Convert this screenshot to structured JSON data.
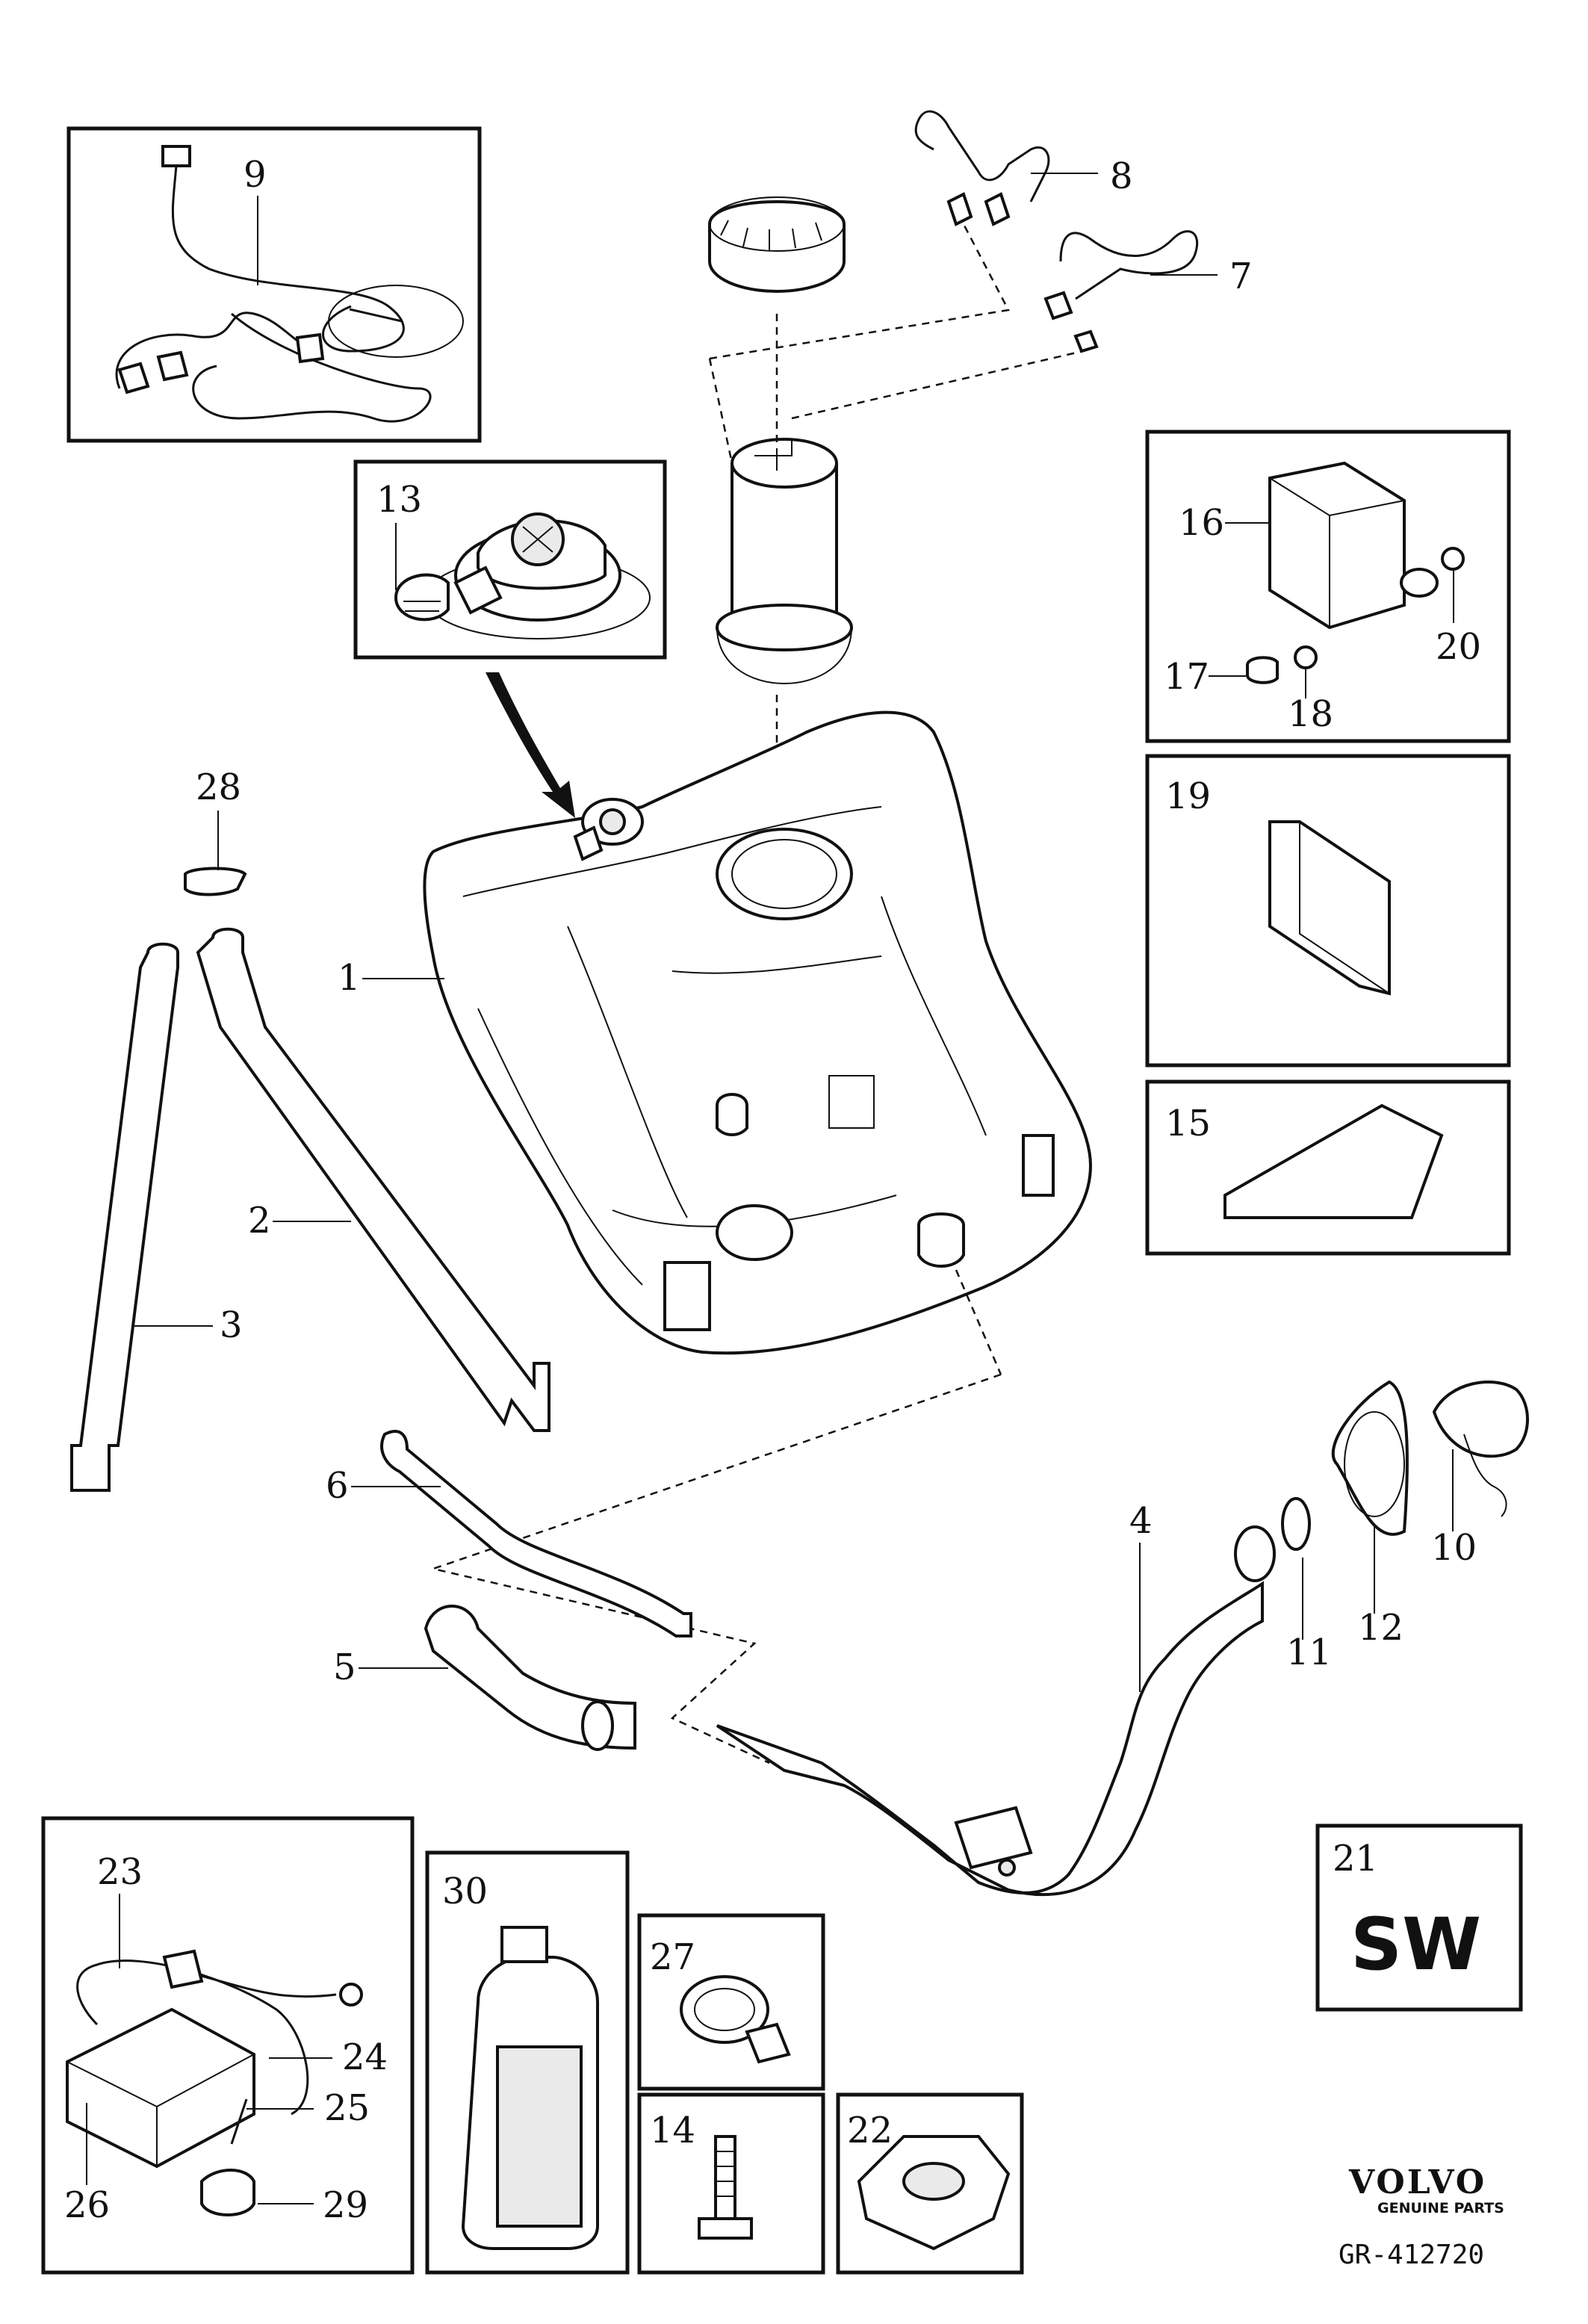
{
  "diagram": {
    "callouts": {
      "p1": "1",
      "p2": "2",
      "p3": "3",
      "p4": "4",
      "p5": "5",
      "p6": "6",
      "p7": "7",
      "p8": "8",
      "p9": "9",
      "p10": "10",
      "p11": "11",
      "p12": "12",
      "p13": "13",
      "p14": "14",
      "p15": "15",
      "p16": "16",
      "p17": "17",
      "p18": "18",
      "p19": "19",
      "p20": "20",
      "p21": "21",
      "p22": "22",
      "p23": "23",
      "p24": "24",
      "p25": "25",
      "p26": "26",
      "p27": "27",
      "p28": "28",
      "p29": "29",
      "p30": "30"
    },
    "box21_text": "SW"
  },
  "branding": {
    "logo": "VOLVO",
    "tagline": "GENUINE PARTS",
    "drawing_code": "GR-412720"
  }
}
